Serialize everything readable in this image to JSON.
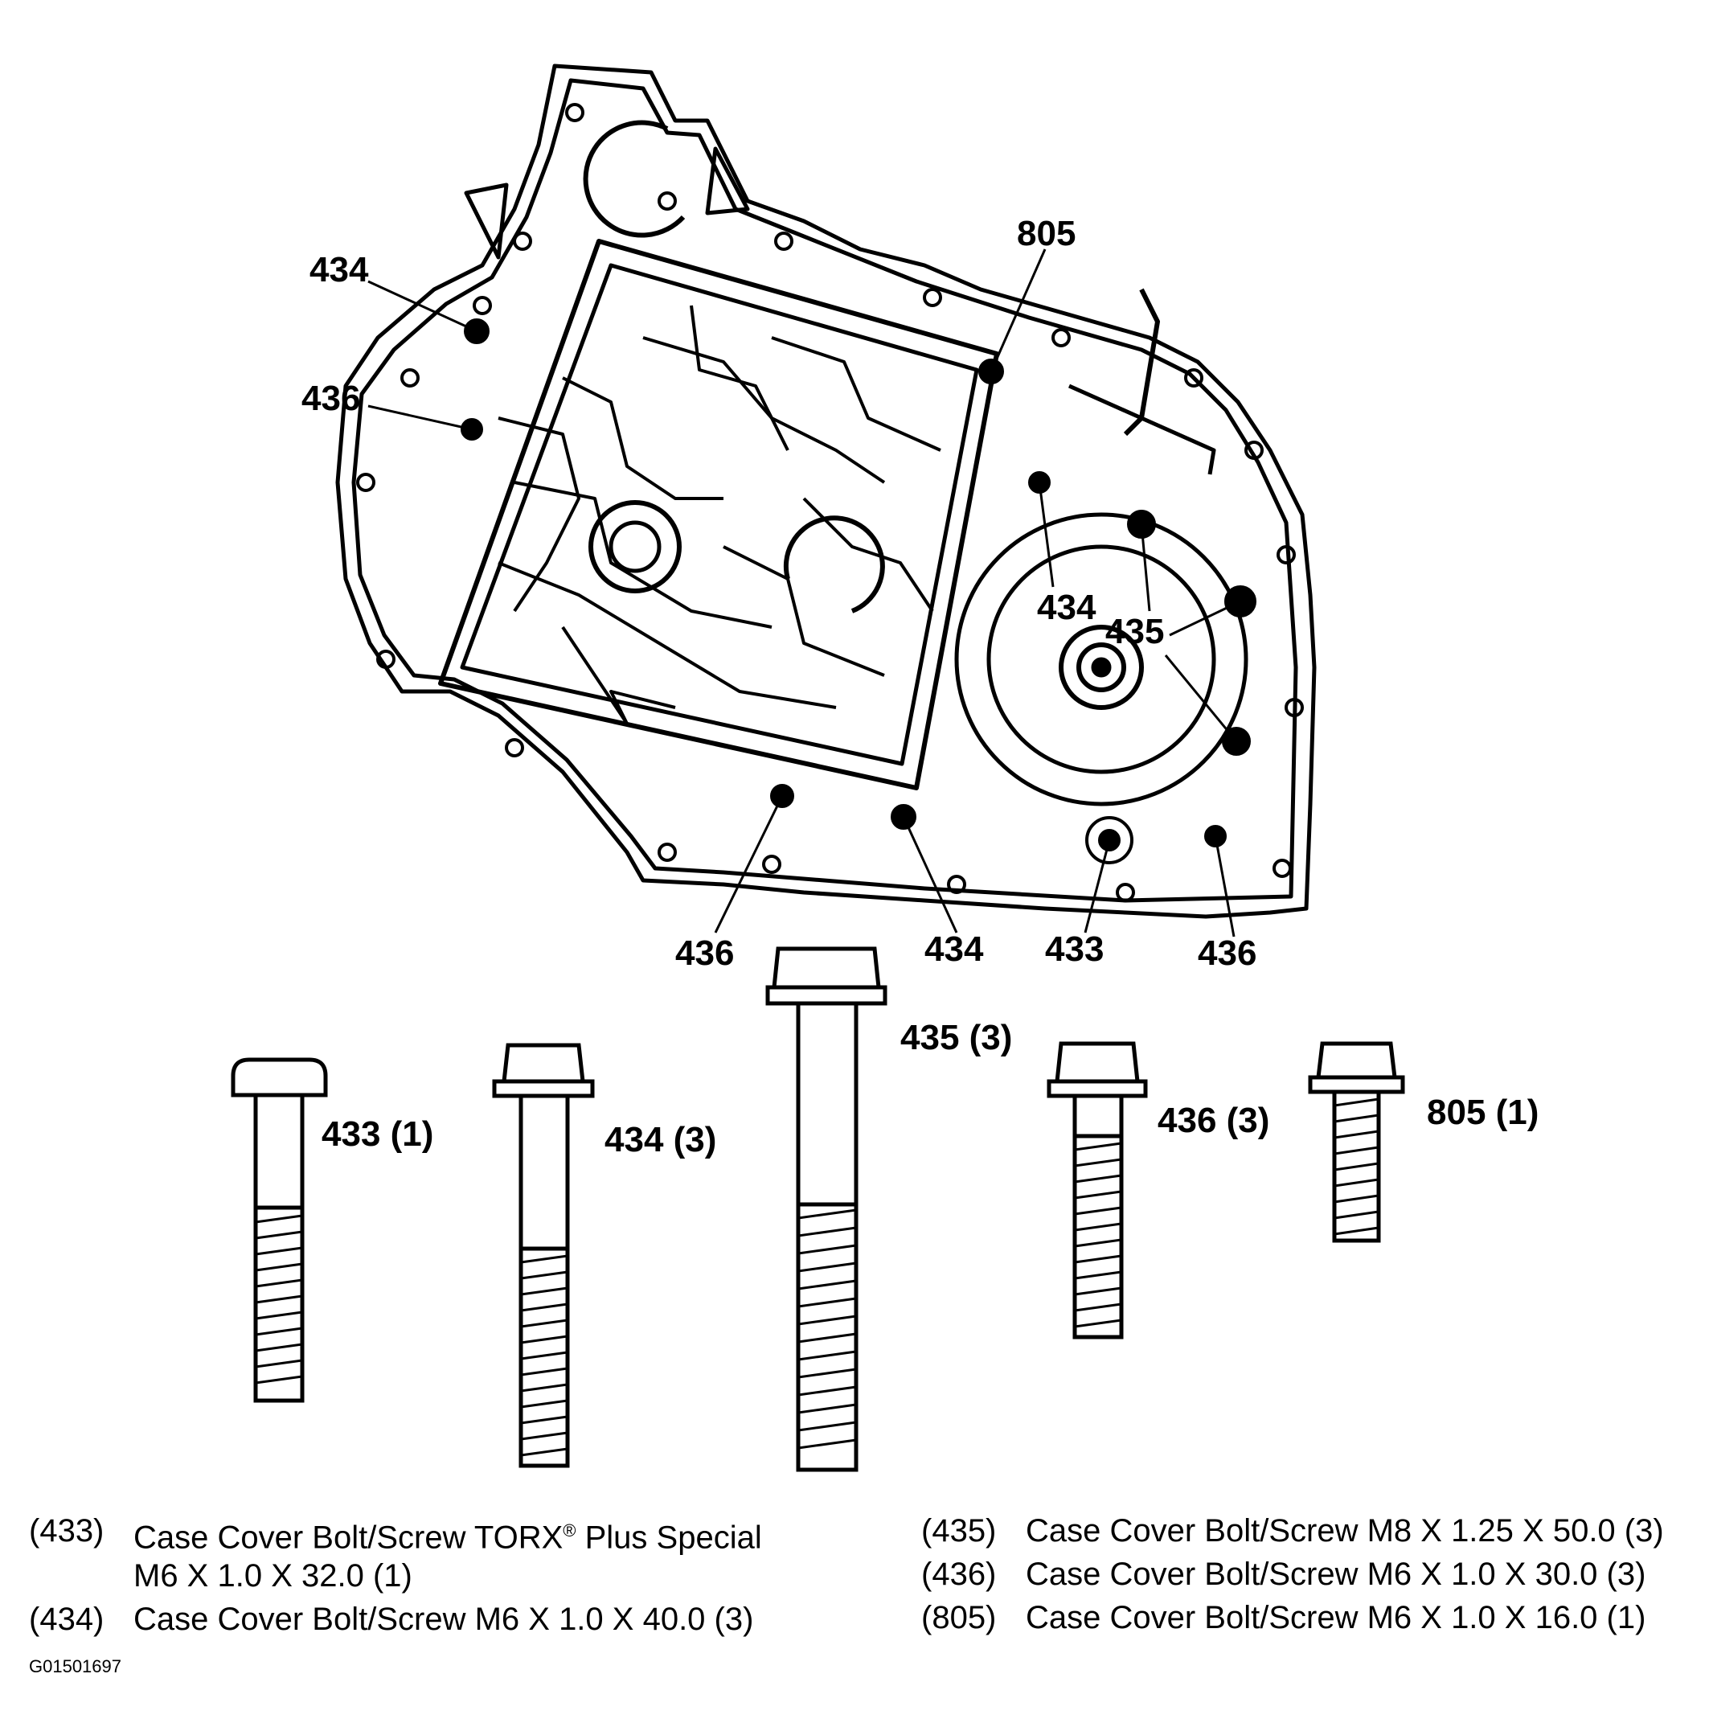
{
  "callouts": {
    "c434_left": "434",
    "c436_left": "436",
    "c805_top": "805",
    "c434_mid": "434",
    "c435_mid": "435",
    "c436_bottom_left": "436",
    "c434_bottom": "434",
    "c433_bottom": "433",
    "c436_bottom_right": "436"
  },
  "bolts": [
    {
      "label": "433 (1)"
    },
    {
      "label": "434 (3)"
    },
    {
      "label": "435 (3)"
    },
    {
      "label": "436 (3)"
    },
    {
      "label": "805 (1)"
    }
  ],
  "legend": {
    "left": [
      {
        "code": "(433)",
        "desc": "Case Cover Bolt/Screw TORX",
        "sup": "®",
        "desc_after": " Plus Special",
        "cont": "M6 X 1.0 X 32.0 (1)"
      },
      {
        "code": "(434)",
        "desc": "Case Cover Bolt/Screw M6 X 1.0 X 40.0 (3)"
      }
    ],
    "right": [
      {
        "code": "(435)",
        "desc": "Case Cover Bolt/Screw M8 X 1.25 X 50.0 (3)"
      },
      {
        "code": "(436)",
        "desc": "Case Cover Bolt/Screw M6 X 1.0 X 30.0 (3)"
      },
      {
        "code": "(805)",
        "desc": "Case Cover Bolt/Screw M6 X 1.0 X 16.0 (1)"
      }
    ]
  },
  "figure_id": "G01501697"
}
